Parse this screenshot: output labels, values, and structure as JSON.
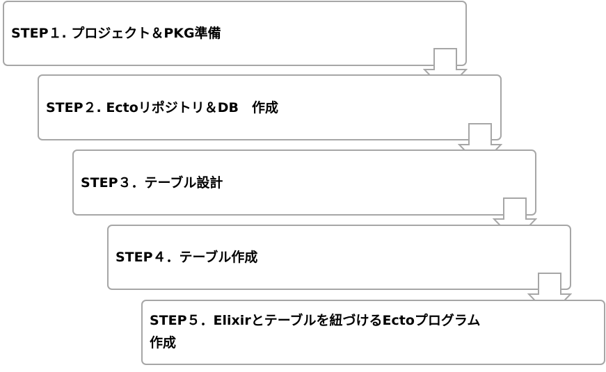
{
  "diagram": {
    "steps": [
      {
        "label": "STEP１. プロジェクト＆PKG準備"
      },
      {
        "label": "STEP２. Ectoリポジトリ＆DB　作成"
      },
      {
        "label": "STEP３．テーブル設計"
      },
      {
        "label": "STEP４．テーブル作成"
      },
      {
        "label": "STEP５．Elixirとテーブルを紐づけるEctoプログラム\n作成"
      }
    ],
    "colors": {
      "box_border": "#a6a6a6",
      "arrow_stroke": "#a6a6a6",
      "arrow_fill": "#ffffff",
      "text": "#000000"
    }
  }
}
